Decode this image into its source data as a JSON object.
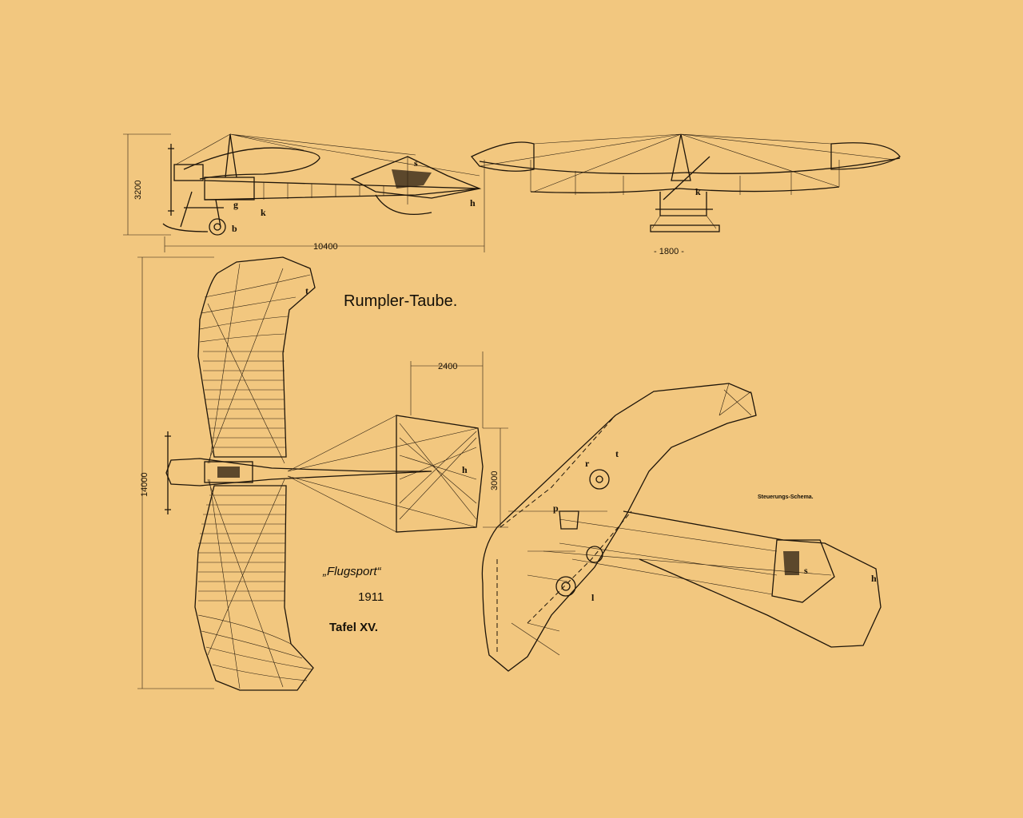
{
  "title": "Rumpler-Taube.",
  "caption": {
    "magazine": "„Flugsport“",
    "year": "1911",
    "plate": "Tafel XV."
  },
  "control_scheme_label": "Steuerungs-Schema.",
  "dimensions": {
    "side_height": "3200",
    "side_length": "10400",
    "front_track": "- 1800 -",
    "top_span": "14000",
    "tail_length": "2400",
    "tail_span": "3000"
  },
  "part_labels": {
    "g": "g",
    "k": "k",
    "b": "b",
    "s": "s",
    "h": "h",
    "t": "t",
    "r": "r",
    "p": "p",
    "l": "l"
  }
}
